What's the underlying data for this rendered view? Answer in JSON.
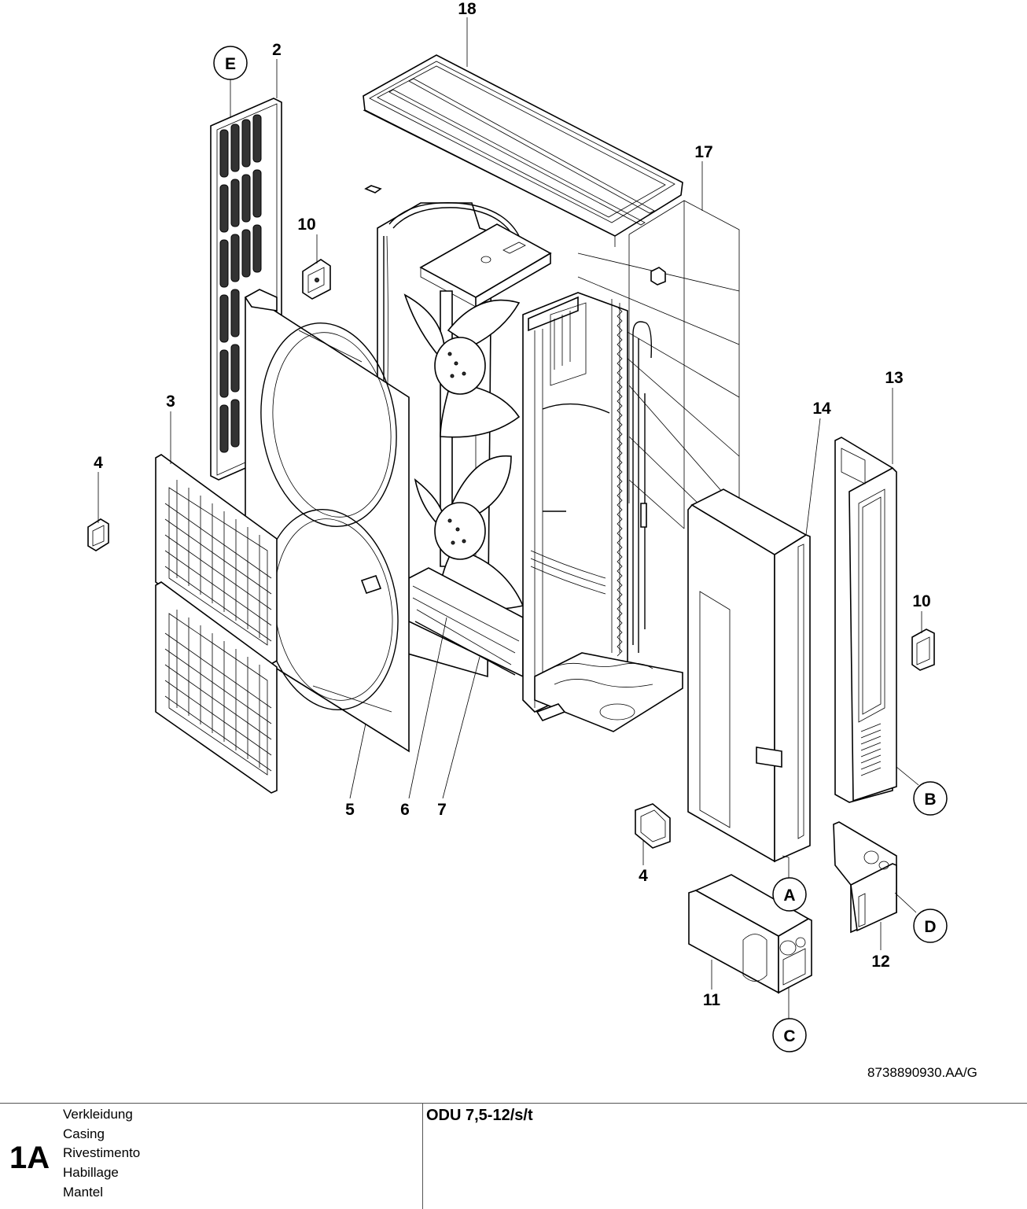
{
  "callouts": {
    "c18": "18",
    "c2": "2",
    "c17": "17",
    "c10a": "10",
    "c13": "13",
    "c14": "14",
    "c3": "3",
    "c4a": "4",
    "c10b": "10",
    "c5": "5",
    "c6": "6",
    "c7": "7",
    "c4b": "4",
    "c12": "12",
    "c11": "11"
  },
  "circle_labels": {
    "E": "E",
    "A": "A",
    "B": "B",
    "C": "C",
    "D": "D"
  },
  "document_number": "8738890930.AA/G",
  "footer": {
    "sheet_code": "1A",
    "names": [
      "Verkleidung",
      "Casing",
      "Rivestimento",
      "Habillage",
      "Mantel"
    ],
    "model": "ODU 7,5-12/s/t"
  }
}
